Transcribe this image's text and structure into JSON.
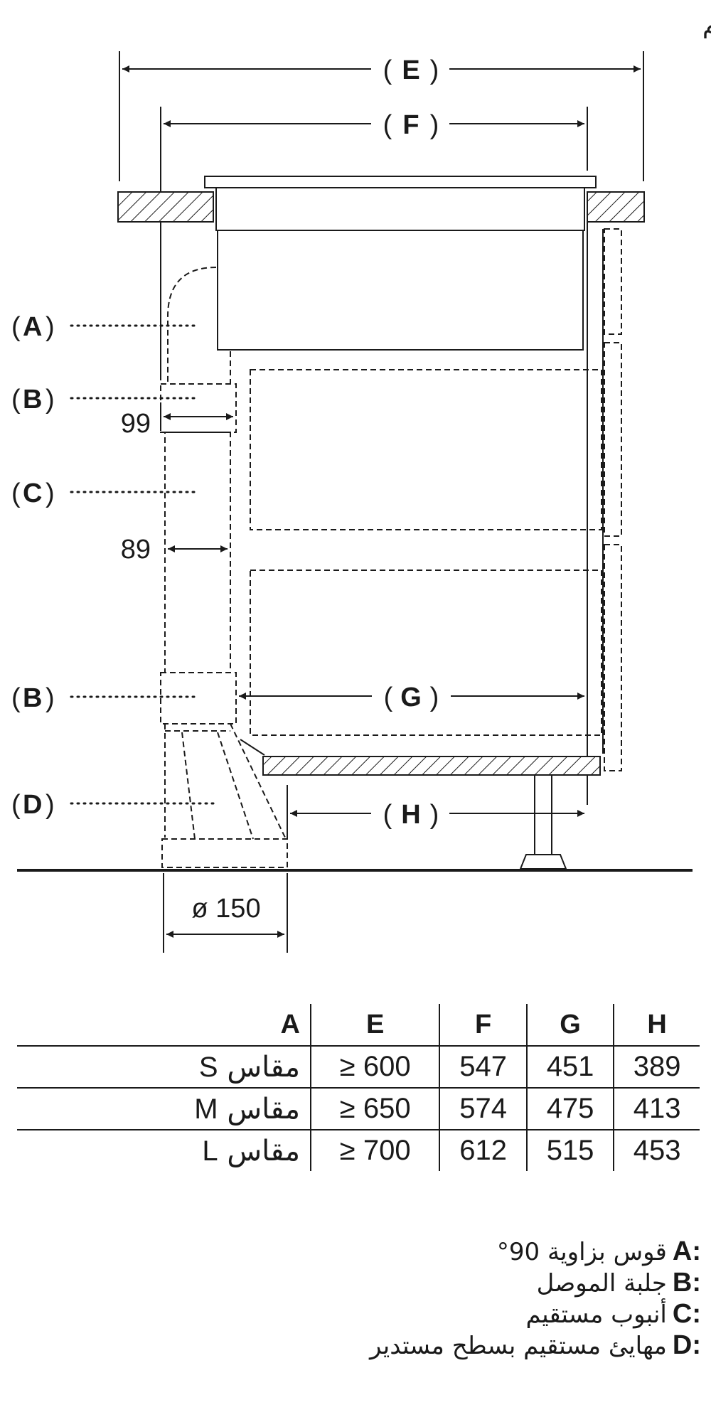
{
  "diagram": {
    "unit_note": "القياسات بوحدة مم",
    "dimension_letters": {
      "E": "E",
      "F": "F",
      "G": "G",
      "H": "H"
    },
    "part_labels": {
      "A": "A",
      "B1": "B",
      "C": "C",
      "B2": "B",
      "D": "D"
    },
    "dimensions": {
      "outer_width": "99",
      "inner_width": "89",
      "duct_diameter": "ø 150"
    }
  },
  "table": {
    "headers": [
      "A",
      "E",
      "F",
      "G",
      "H"
    ],
    "rows": [
      {
        "size": "مقاس",
        "code": "S",
        "E": "≥ 600",
        "F": "547",
        "G": "451",
        "H": "389"
      },
      {
        "size": "مقاس",
        "code": "M",
        "E": "≥ 650",
        "F": "574",
        "G": "475",
        "H": "413"
      },
      {
        "size": "مقاس",
        "code": "L",
        "E": "≥ 700",
        "F": "612",
        "G": "515",
        "H": "453"
      }
    ]
  },
  "legend": [
    {
      "key": "A:",
      "text": "قوس بزاوية 90°"
    },
    {
      "key": "B:",
      "text": "جلبة الموصل"
    },
    {
      "key": "C:",
      "text": "أنبوب مستقيم"
    },
    {
      "key": "D:",
      "text": "مهايئ مستقيم بسطح مستدير"
    }
  ]
}
